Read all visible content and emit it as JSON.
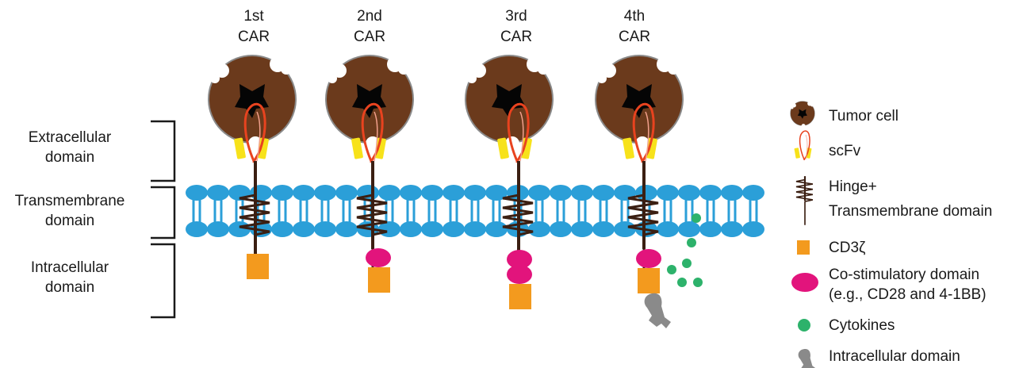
{
  "car_generations": [
    {
      "line1": "1st",
      "line2": "CAR",
      "costim_count": 0,
      "has_cytokines": false
    },
    {
      "line1": "2nd",
      "line2": "CAR",
      "costim_count": 1,
      "has_cytokines": false
    },
    {
      "line1": "3rd",
      "line2": "CAR",
      "costim_count": 2,
      "has_cytokines": false
    },
    {
      "line1": "4th",
      "line2": "CAR",
      "costim_count": 1,
      "has_cytokines": true
    }
  ],
  "domains": {
    "extracellular": {
      "line1": "Extracellular",
      "line2": "domain"
    },
    "transmembrane": {
      "line1": "Transmembrane",
      "line2": "domain"
    },
    "intracellular": {
      "line1": "Intracellular",
      "line2": "domain"
    }
  },
  "legend": {
    "tumor_cell": "Tumor cell",
    "scfv": "scFv",
    "hinge_line1": "Hinge+",
    "hinge_line2": "Transmembrane domain",
    "cd3z": "CD3ζ",
    "costim_line1": "Co-stimulatory domain",
    "costim_line2": "(e.g., CD28 and 4-1BB)",
    "cytokines": "Cytokines",
    "intracellular_domain": "Intracellular domain"
  },
  "colors": {
    "tumor": "#6b3a1c",
    "tumor_core": "#050505",
    "membrane": "#2b9fd8",
    "scfv": "#f7e21a",
    "scfv_loop": "#e8431f",
    "stalk": "#3b1f12",
    "cd3z": "#f39a1e",
    "costim": "#e2147c",
    "cytokine": "#2db26b",
    "intracellular": "#8a8a8a"
  }
}
